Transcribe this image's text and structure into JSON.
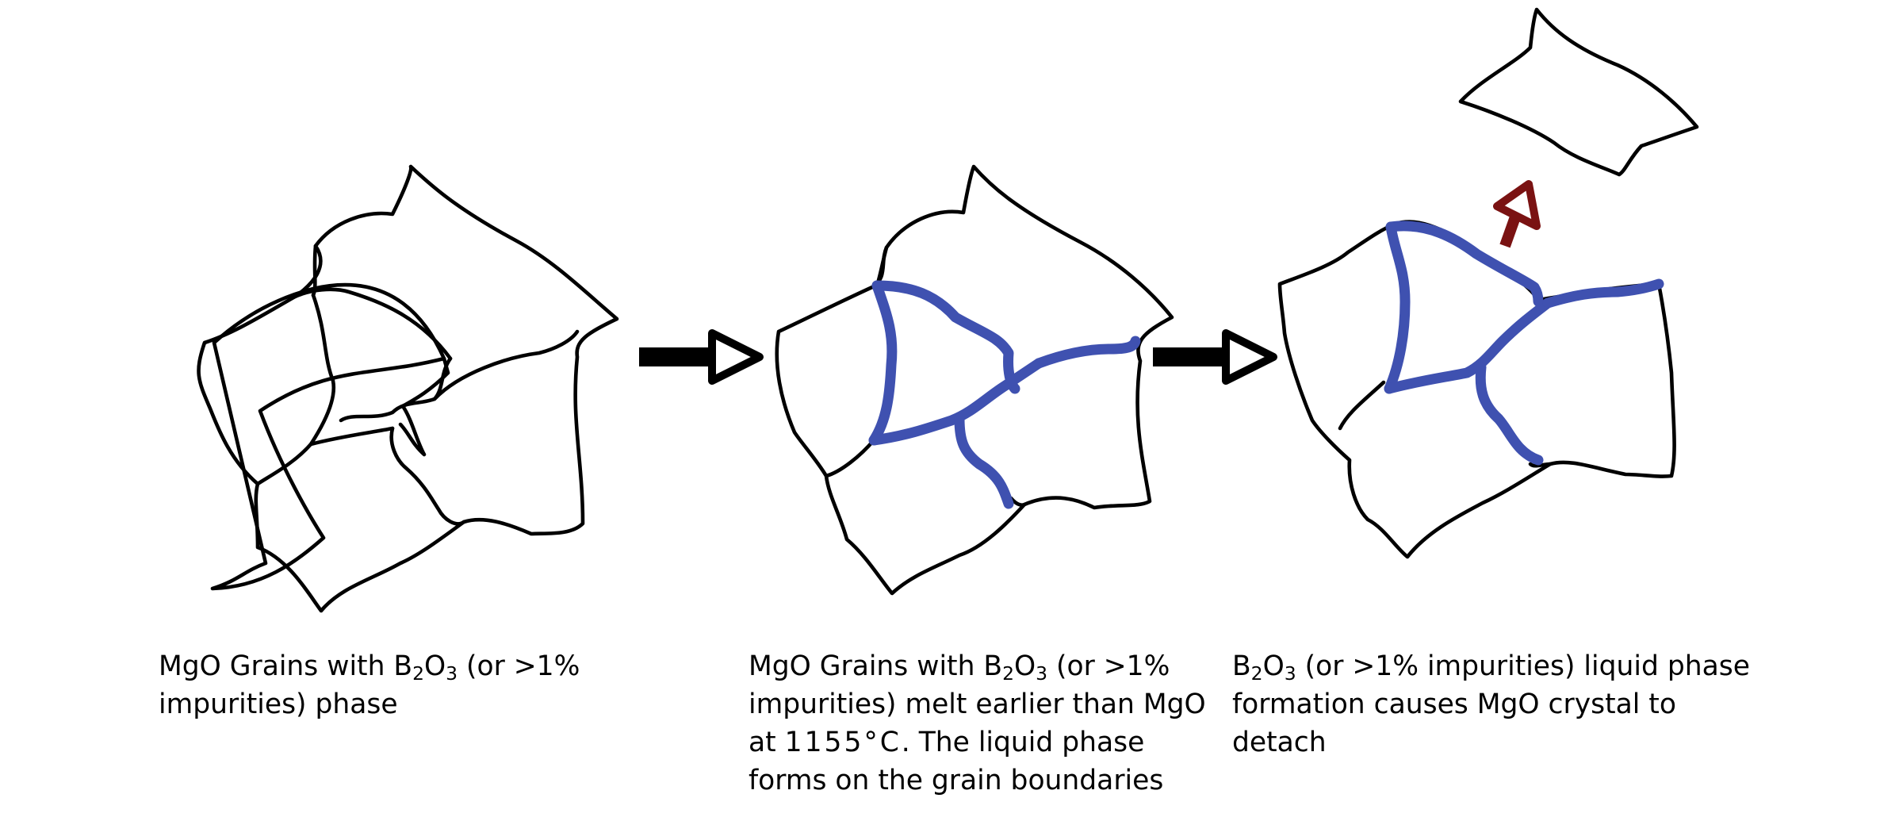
{
  "colors": {
    "grain_outline": "#000000",
    "liquid_phase": "#3f51b0",
    "detach_arrow": "#7a1212",
    "process_arrow": "#000000"
  },
  "captions": {
    "step1": {
      "line1_pre": "MgO Grains with B",
      "line1_sub1": "2",
      "line1_mid": "O",
      "line1_sub2": "3",
      "line1_post": " (or >1%",
      "line2": "impurities) phase"
    },
    "step2": {
      "line1_pre": "MgO Grains with B",
      "line1_sub1": "2",
      "line1_mid": "O",
      "line1_sub2": "3",
      "line1_post": " (or >1%",
      "line2": "impurities) melt earlier than MgO",
      "line3_pre": "at ",
      "line3_temp": "1155°C",
      "line3_post": ".  The liquid phase",
      "line4": "forms on the grain boundaries"
    },
    "step3": {
      "line1_pre": "B",
      "line1_sub1": "2",
      "line1_mid": "O",
      "line1_sub2": "3",
      "line1_post": " (or >1% impurities) liquid phase",
      "line2": "formation causes MgO crystal to",
      "line3": "detach"
    }
  }
}
